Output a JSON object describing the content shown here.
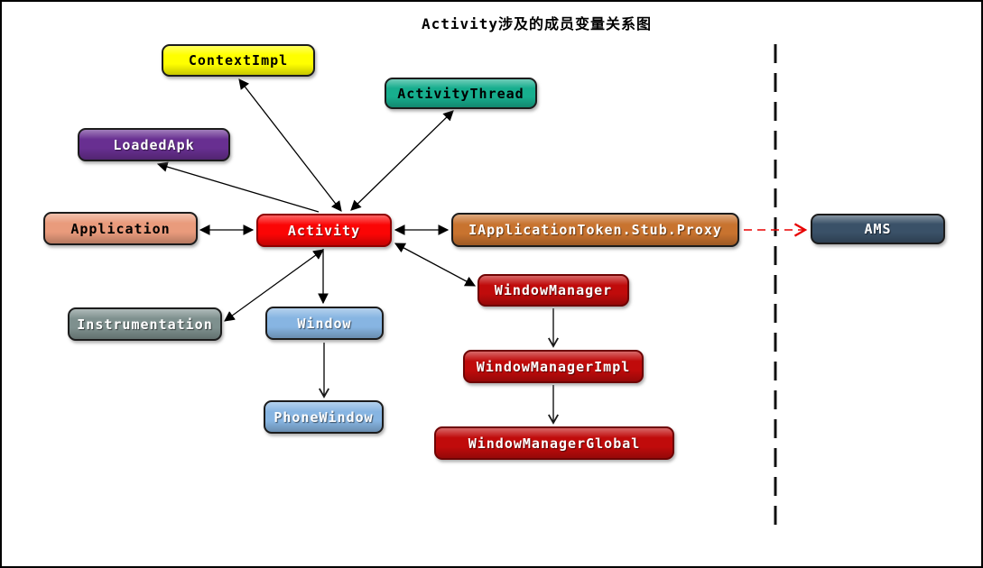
{
  "title": "Activity涉及的成员变量关系图",
  "diagram": {
    "nodes": [
      {
        "label": "ContextImpl",
        "fill": "#ffff00",
        "text_color": "#000000"
      },
      {
        "label": "ActivityThread",
        "fill": "#17ae8e",
        "text_color": "#000000"
      },
      {
        "label": "LoadedApk",
        "fill": "#682f91",
        "text_color": "#ffffff"
      },
      {
        "label": "Application",
        "fill": "#e99b7c",
        "text_color": "#000000"
      },
      {
        "label": "Activity",
        "fill": "#fb0505",
        "text_color": "#ffffff"
      },
      {
        "label": "IApplicationToken.Stub.Proxy",
        "fill": "#c8732f",
        "text_color": "#ffffff"
      },
      {
        "label": "AMS",
        "fill": "#3a5168",
        "text_color": "#ffffff"
      },
      {
        "label": "Instrumentation",
        "fill": "#7e908e",
        "text_color": "#ffffff"
      },
      {
        "label": "Window",
        "fill": "#87b5e2",
        "text_color": "#ffffff"
      },
      {
        "label": "PhoneWindow",
        "fill": "#87b5e2",
        "text_color": "#ffffff"
      },
      {
        "label": "WindowManager",
        "fill": "#c00b0b",
        "text_color": "#ffffff"
      },
      {
        "label": "WindowManagerImpl",
        "fill": "#c00b0b",
        "text_color": "#ffffff"
      },
      {
        "label": "WindowManagerGlobal",
        "fill": "#c00b0b",
        "text_color": "#ffffff"
      }
    ],
    "edges": [
      {
        "from": "Activity",
        "to": "ContextImpl",
        "arrows": "both",
        "style": "solid",
        "color": "#000000"
      },
      {
        "from": "Activity",
        "to": "LoadedApk",
        "arrows": "to",
        "style": "solid",
        "color": "#000000"
      },
      {
        "from": "Activity",
        "to": "ActivityThread",
        "arrows": "both",
        "style": "solid",
        "color": "#000000"
      },
      {
        "from": "Application",
        "to": "Activity",
        "arrows": "both",
        "style": "solid",
        "color": "#000000"
      },
      {
        "from": "Activity",
        "to": "IApplicationToken.Stub.Proxy",
        "arrows": "both",
        "style": "solid",
        "color": "#000000"
      },
      {
        "from": "IApplicationToken.Stub.Proxy",
        "to": "AMS",
        "arrows": "to",
        "style": "dashed",
        "color": "#ff0000"
      },
      {
        "from": "Activity",
        "to": "Instrumentation",
        "arrows": "both",
        "style": "solid",
        "color": "#000000"
      },
      {
        "from": "Activity",
        "to": "Window",
        "arrows": "to",
        "style": "solid",
        "color": "#000000"
      },
      {
        "from": "Window",
        "to": "PhoneWindow",
        "arrows": "to",
        "style": "solid",
        "color": "#000000"
      },
      {
        "from": "Activity",
        "to": "WindowManager",
        "arrows": "both",
        "style": "solid",
        "color": "#000000"
      },
      {
        "from": "WindowManager",
        "to": "WindowManagerImpl",
        "arrows": "to",
        "style": "solid",
        "color": "#000000"
      },
      {
        "from": "WindowManagerImpl",
        "to": "WindowManagerGlobal",
        "arrows": "to",
        "style": "solid",
        "color": "#000000"
      }
    ],
    "separator": {
      "orientation": "vertical",
      "style": "dashed",
      "color": "#000000"
    }
  }
}
